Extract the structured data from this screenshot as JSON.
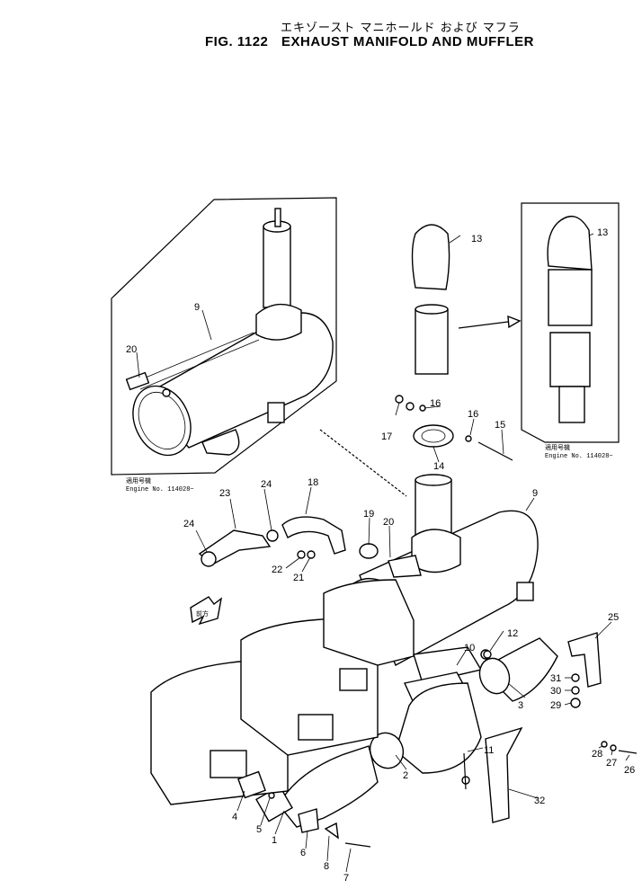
{
  "title": {
    "japanese": "エキゾースト マニホールド および マフラ",
    "fig_number": "FIG. 1122",
    "name": "EXHAUST MANIFOLD AND MUFFLER"
  },
  "notes": {
    "left": {
      "jp": "適用号機",
      "engine": "Engine No. 114028~"
    },
    "right": {
      "jp": "適用号機",
      "engine": "Engine No. 114028~"
    }
  },
  "arrow_label": "前方",
  "callouts": {
    "c1": "1",
    "c2": "2",
    "c3": "3",
    "c4": "4",
    "c5": "5",
    "c6": "6",
    "c7": "7",
    "c8": "8",
    "c9a": "9",
    "c9b": "9",
    "c10": "10",
    "c11": "11",
    "c12": "12",
    "c13a": "13",
    "c13b": "13",
    "c14": "14",
    "c15": "15",
    "c16a": "16",
    "c16b": "16",
    "c17": "17",
    "c18": "18",
    "c19": "19",
    "c20a": "20",
    "c20b": "20",
    "c21": "21",
    "c22": "22",
    "c23": "23",
    "c24a": "24",
    "c24b": "24",
    "c25": "25",
    "c26": "26",
    "c27": "27",
    "c28": "28",
    "c29": "29",
    "c30": "30",
    "c31": "31",
    "c32": "32"
  }
}
